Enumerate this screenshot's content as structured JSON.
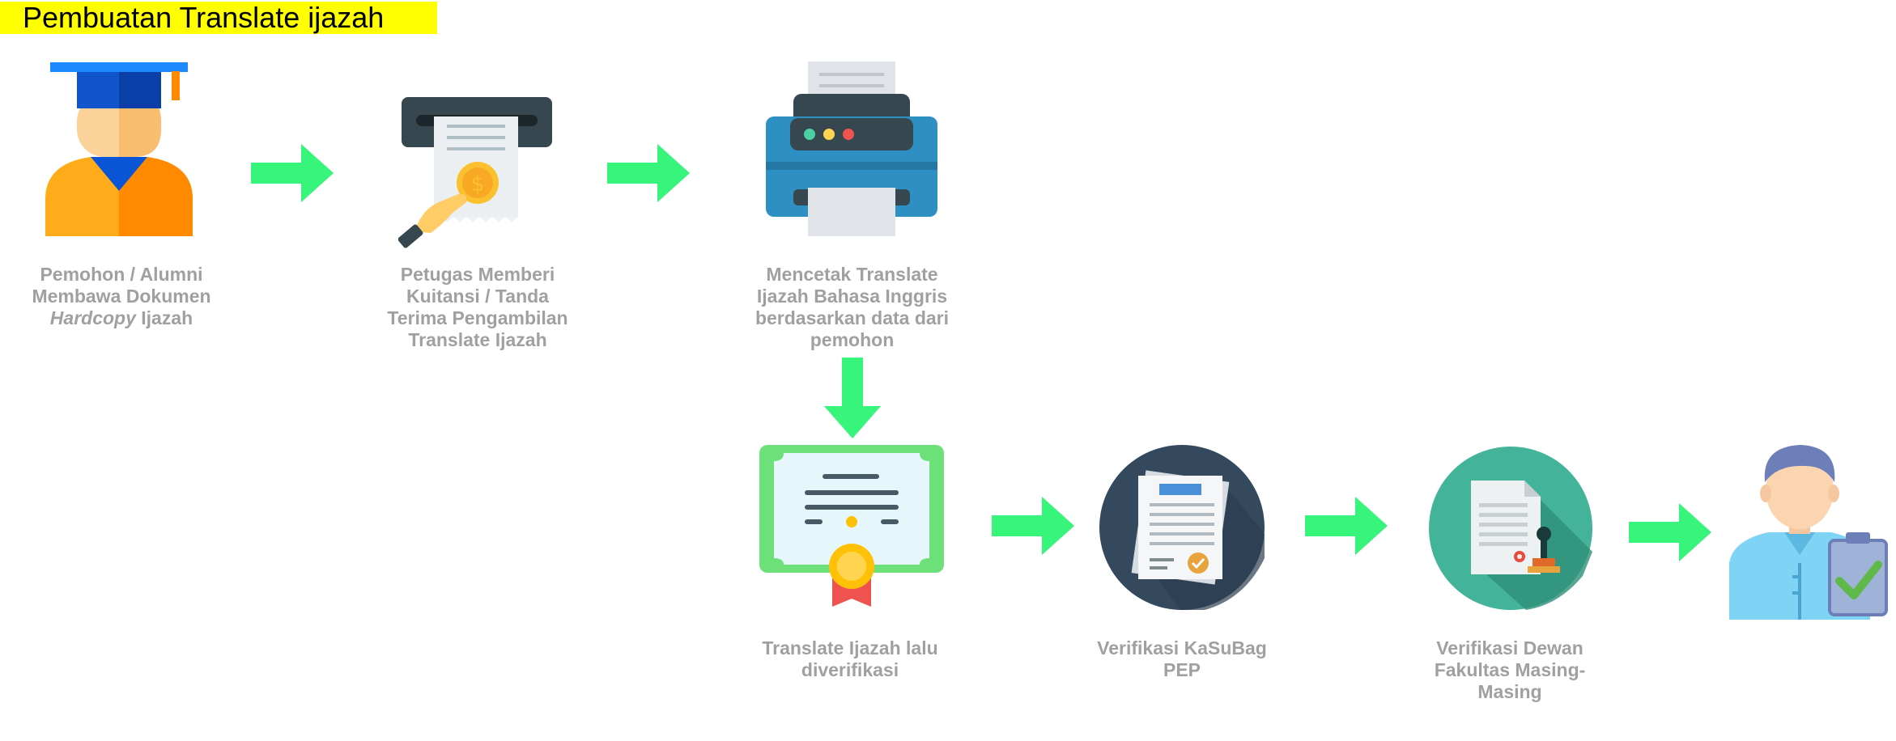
{
  "title": "Pembuatan Translate ijazah",
  "colors": {
    "title_bg": "#ffff00",
    "label": "#a0a0a0",
    "arrow": "#36f57a"
  },
  "steps": [
    {
      "icon": "graduate-icon",
      "label_lines": [
        "Pemohon / Alumni",
        "Membawa Dokumen"
      ],
      "label_em": "Hardcopy",
      "label_tail": " Ijazah"
    },
    {
      "icon": "receipt-hand-icon",
      "label_lines": [
        "Petugas Memberi",
        "Kuitansi / Tanda",
        "Terima Pengambilan",
        "Translate Ijazah"
      ]
    },
    {
      "icon": "printer-icon",
      "label_lines": [
        "Mencetak Translate",
        "Ijazah Bahasa Inggris",
        "berdasarkan data dari",
        "pemohon"
      ]
    },
    {
      "icon": "certificate-icon",
      "label_lines": [
        "Translate Ijazah lalu",
        "diverifikasi"
      ]
    },
    {
      "icon": "verified-document-icon",
      "label_lines": [
        "Verifikasi KaSuBag",
        "PEP"
      ]
    },
    {
      "icon": "stamped-document-icon",
      "label_lines": [
        "Verifikasi Dewan",
        "Fakultas Masing-",
        "Masing"
      ]
    },
    {
      "icon": "person-checklist-icon",
      "label_lines": []
    }
  ]
}
